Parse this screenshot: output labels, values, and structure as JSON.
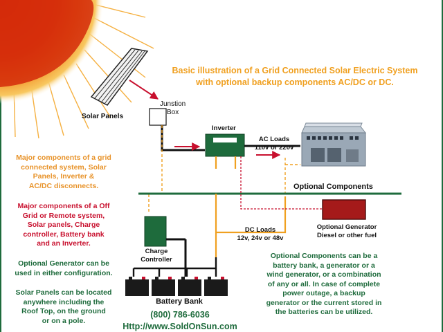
{
  "title": {
    "line1": "Basic illustration of  a Grid Connected Solar Electric System",
    "line2": "with optional backup components AC/DC or DC."
  },
  "labels": {
    "solar_panels": "Solar Panels",
    "junction_box_line1": "Junstion",
    "junction_box_line2": "Box",
    "inverter": "Inverter",
    "ac_loads": "AC Loads",
    "ac_voltage": "110v or 220v",
    "optional_components": "Optional Components",
    "optional_generator_line1": "Optional Generator",
    "optional_generator_line2": "Diesel or other fuel",
    "dc_loads": "DC Loads",
    "dc_voltage": "12v, 24v or 48v",
    "charge_controller_line1": "Charge",
    "charge_controller_line2": "Controller",
    "battery_bank": "Battery Bank"
  },
  "side_notes": {
    "grid_connected": [
      "Major components of a grid",
      "connected system, Solar",
      "Panels,  Inverter &",
      "AC/DC disconnects."
    ],
    "off_grid": [
      "Major components of a Off",
      "Grid or Remote system,",
      "Solar panels, Charge",
      "controller,  Battery bank",
      "and an Inverter."
    ],
    "generator_note": [
      "Optional Generator can be",
      "used in either configuration."
    ],
    "panel_location": [
      "Solar Panels can be located",
      "anywhere including the",
      "Roof Top, on the ground",
      "or on a pole."
    ]
  },
  "optional_description": [
    "Optional Components can be a",
    "battery bank, a generator or a",
    "wind generator, or a combination",
    "of any or all.  In case of complete",
    "power outage, a backup",
    "generator or the current stored in",
    "the batteries can be utilized."
  ],
  "contact": {
    "phone": "(800) 786-6036",
    "url": "Http://www.SoldOnSun.com"
  },
  "colors": {
    "sun_core": "#d63010",
    "sun_glow": "#f5a623",
    "wire_dark": "#111111",
    "wire_orange": "#f0a020",
    "arrow_red": "#c8102e",
    "inverter_green": "#1e6b3c",
    "generator_red": "#a51a1a",
    "divider_green": "#1e6b3c",
    "frame_green": "#1e6b3c",
    "house_gray": "#8c9aa8"
  },
  "icons": {
    "sun": "sun-icon",
    "panel": "solar-panel-icon",
    "house": "house-icon",
    "battery": "battery-icon",
    "generator": "generator-icon"
  }
}
